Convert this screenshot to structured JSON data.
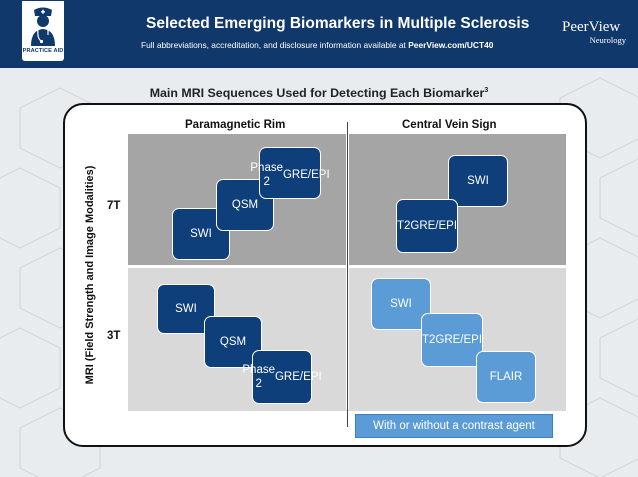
{
  "header": {
    "badge_label": "PRACTICE AID",
    "title": "Selected Emerging Biomarkers in Multiple Sclerosis",
    "subtitle_prefix": "Full abbreviations, accreditation, and disclosure information available at ",
    "subtitle_link": "PeerView.com/UCT40",
    "brand_name": "PeerView",
    "brand_sub": "Neurology"
  },
  "diagram": {
    "title": "Main MRI Sequences Used for Detecting Each Biomarker",
    "title_ref": "3",
    "y_axis_label": "MRI (Field Strength and Image Modalities)",
    "columns": [
      "Paramagnetic Rim",
      "Central Vein Sign"
    ],
    "rows": [
      "7T",
      "3T"
    ],
    "cells": {
      "rim_7t": [
        "SWI",
        "QSM",
        "Phase 2 GRE/EPI"
      ],
      "cvs_7t": [
        "SWI",
        "T2 GRE/EPI"
      ],
      "rim_3t": [
        "SWI",
        "QSM",
        "Phase 2 GRE/EPI"
      ],
      "cvs_3t": [
        "SWI",
        "T2 GRE/EPI",
        "FLAIR"
      ]
    },
    "footnote_box": "With or without a contrast agent",
    "colors": {
      "dark_box": "#0f3f7a",
      "light_box": "#5b9bd6",
      "quad_dark": "#a5a5a5",
      "quad_light": "#d9d9d9",
      "header_bg": "#10386b"
    }
  }
}
